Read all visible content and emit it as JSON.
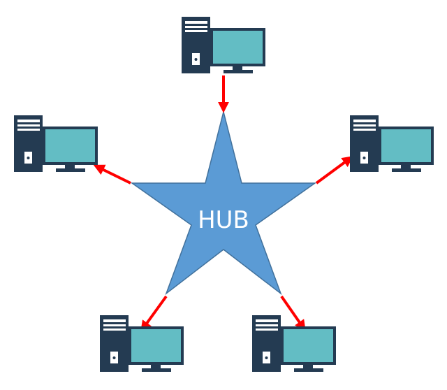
{
  "diagram": {
    "hub_label": "HUB",
    "colors": {
      "star_fill": "#5B9BD5",
      "star_stroke": "#41719C",
      "arrow": "#FF0000",
      "tower": "#243B52",
      "screen_bezel": "#243B52",
      "screen": "#63BDC4",
      "tower_detail": "#FFFFFF",
      "background": "#FFFFFF"
    },
    "nodes": [
      {
        "id": "computer-top",
        "icon": "desktop-computer-icon"
      },
      {
        "id": "computer-left",
        "icon": "desktop-computer-icon"
      },
      {
        "id": "computer-right",
        "icon": "desktop-computer-icon"
      },
      {
        "id": "computer-bottom-left",
        "icon": "desktop-computer-icon"
      },
      {
        "id": "computer-bottom-right",
        "icon": "desktop-computer-icon"
      }
    ],
    "links": [
      {
        "from": "computer-top",
        "to": "hub"
      },
      {
        "from": "hub",
        "to": "computer-left"
      },
      {
        "from": "hub",
        "to": "computer-right"
      },
      {
        "from": "hub",
        "to": "computer-bottom-left"
      },
      {
        "from": "hub",
        "to": "computer-bottom-right"
      }
    ]
  }
}
